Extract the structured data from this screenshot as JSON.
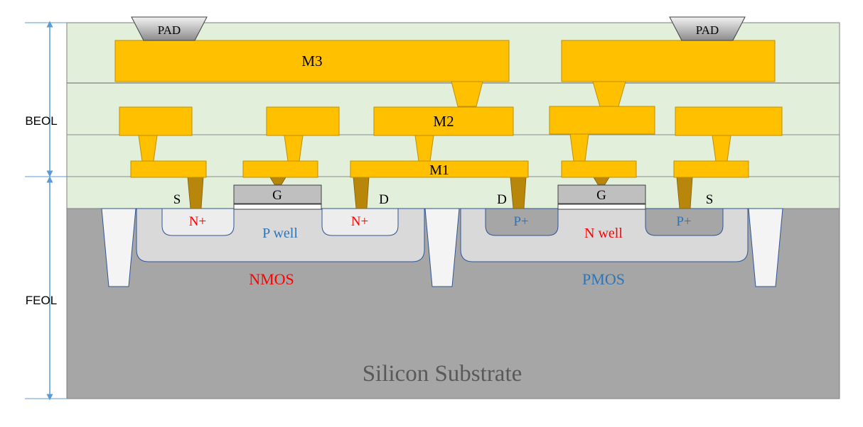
{
  "labels": {
    "beol": "BEOL",
    "feol": "FEOL",
    "substrate": "Silicon Substrate",
    "pad_left": "PAD",
    "pad_right": "PAD",
    "m3": "M3",
    "m2": "M2",
    "m1": "M1",
    "nmos": {
      "source": "S",
      "gate": "G",
      "drain": "D",
      "source_diffusion": "N+",
      "drain_diffusion": "N+",
      "well": "P well",
      "device": "NMOS"
    },
    "pmos": {
      "source": "S",
      "gate": "G",
      "drain": "D",
      "source_diffusion": "P+",
      "drain_diffusion": "P+",
      "well": "N well",
      "device": "PMOS"
    }
  },
  "colors": {
    "metal": "#FFC000",
    "metal_edge": "#BF9000",
    "oxide": "#E2EFDA",
    "substrate": "#A6A6A6",
    "well": "#D9D9D9",
    "contact": "#B8860B",
    "red_text": "#FF0000",
    "blue_text": "#2E75B6",
    "arrow": "#5B9BD5"
  }
}
